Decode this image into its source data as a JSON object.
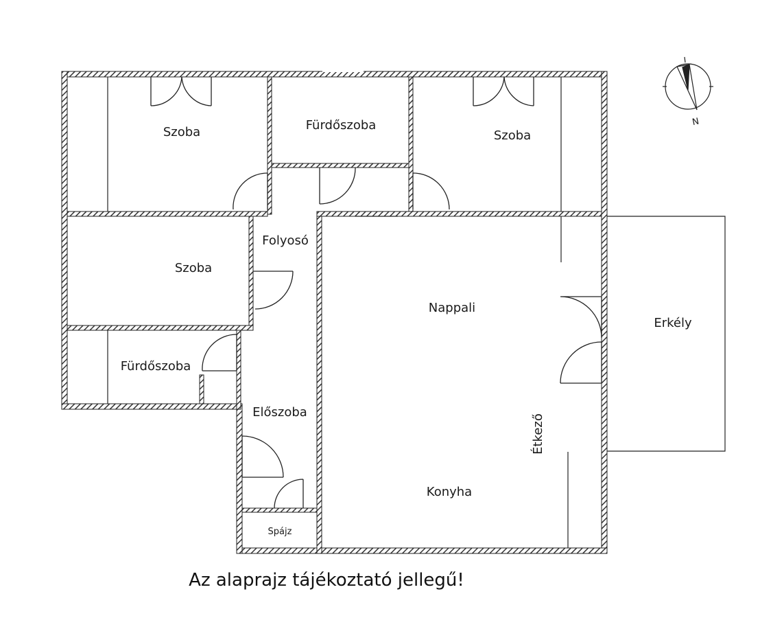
{
  "rooms": {
    "szoba_nw": "Szoba",
    "furdoszoba_top": "Fürdőszoba",
    "szoba_ne": "Szoba",
    "folyoso": "Folyosó",
    "szoba_w": "Szoba",
    "nappali": "Nappali",
    "erkely": "Erkély",
    "furdoszoba_sw": "Fürdőszoba",
    "eloszoba": "Előszoba",
    "etkezo": "Étkező",
    "konyha": "Konyha",
    "spajz": "Spájz"
  },
  "compass": {
    "label": "N"
  },
  "disclaimer": "Az alaprajz tájékoztató jellegű!",
  "colors": {
    "wall": "#333333",
    "line": "#222222"
  }
}
